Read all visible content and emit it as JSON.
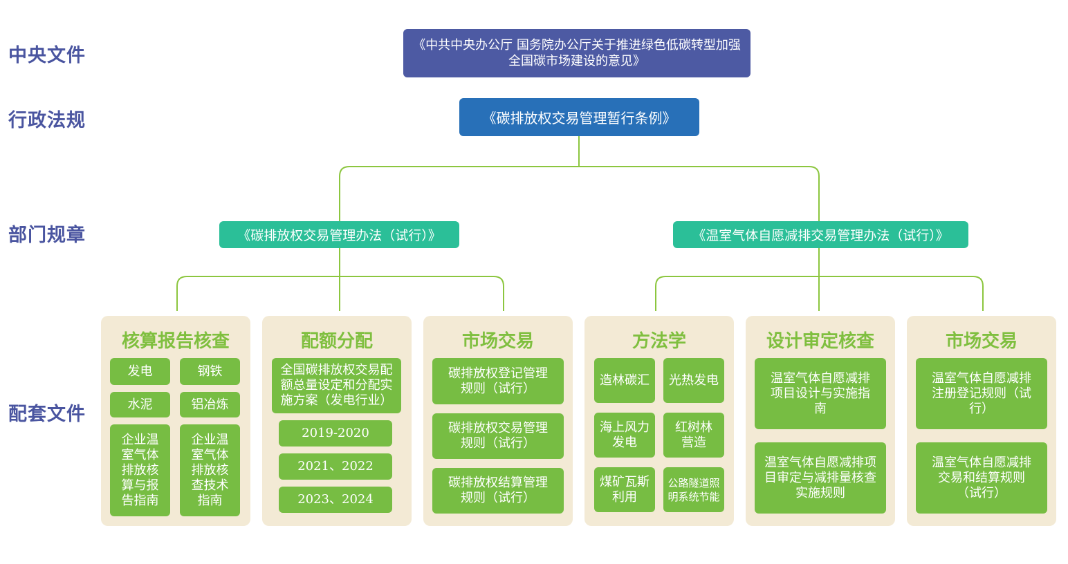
{
  "levels": {
    "central": "中央文件",
    "admin": "行政法规",
    "dept": "部门规章",
    "supporting": "配套文件"
  },
  "central_doc": "《中共中央办公厅 国务院办公厅关于推进绿色低碳转型加强全国碳市场建设的意见》",
  "admin_doc": "《碳排放权交易管理暂行条例》",
  "dept_docs": {
    "left": "《碳排放权交易管理办法（试行）》",
    "right": "《温室气体自愿减排交易管理办法（试行）》"
  },
  "groups": [
    {
      "title": "核算报告核查",
      "items": [
        "发电",
        "钢铁",
        "水泥",
        "铝冶炼",
        "企业温室气体排放核算与报告指南",
        "企业温室气体排放核查技术指南"
      ]
    },
    {
      "title": "配额分配",
      "items": [
        "全国碳排放权交易配额总量设定和分配实施方案（发电行业）",
        "2019-2020",
        "2021、2022",
        "2023、2024"
      ]
    },
    {
      "title": "市场交易",
      "items": [
        "碳排放权登记管理规则（试行）",
        "碳排放权交易管理规则（试行）",
        "碳排放权结算管理规则（试行）"
      ]
    },
    {
      "title": "方法学",
      "items": [
        "造林碳汇",
        "光热发电",
        "海上风力发电",
        "红树林营造",
        "煤矿瓦斯利用",
        "公路隧道照明系统节能"
      ]
    },
    {
      "title": "设计审定核查",
      "items": [
        "温室气体自愿减排项目设计与实施指南",
        "温室气体自愿减排项目审定与减排量核查实施规则"
      ]
    },
    {
      "title": "市场交易",
      "items": [
        "温室气体自愿减排注册登记规则（试行）",
        "温室气体自愿减排交易和结算规则（试行）"
      ]
    }
  ],
  "colors": {
    "label": "#4a55a0",
    "central": "#4d5aa3",
    "admin": "#2870b8",
    "dept": "#2bbf98",
    "item": "#77bd43",
    "panel": "#f3ead5",
    "connector": "#8cc63f"
  }
}
